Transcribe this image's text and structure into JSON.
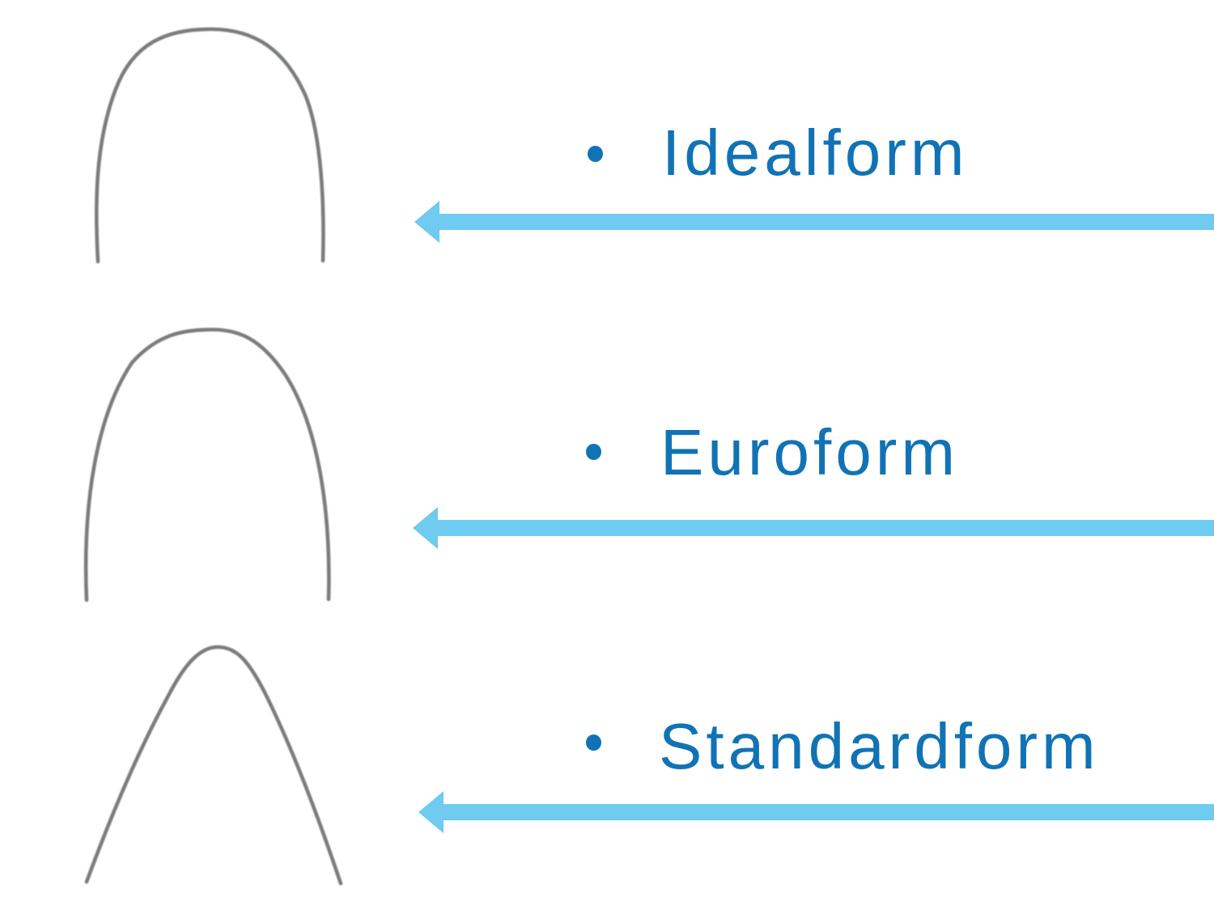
{
  "slide": {
    "kind": "presentation-slide",
    "background": "#ffffff"
  },
  "colors": {
    "accent-blue": "#1173b5",
    "arrow-blue": "#6fcbf0",
    "wire-gray": "#6e7173"
  },
  "list": {
    "bullet_glyph": "•",
    "items": [
      {
        "label": "Idealform"
      },
      {
        "label": "Euroform"
      },
      {
        "label": "Standardform"
      }
    ]
  },
  "arrows": {
    "direction": "left",
    "count": 3
  },
  "figures": [
    {
      "name": "idealform-archwire",
      "description": "broad arch, vertical legs"
    },
    {
      "name": "euroform-archwire",
      "description": "tall narrow parabolic arch"
    },
    {
      "name": "standardform-archwire",
      "description": "tapered arch with splayed straight legs"
    }
  ]
}
